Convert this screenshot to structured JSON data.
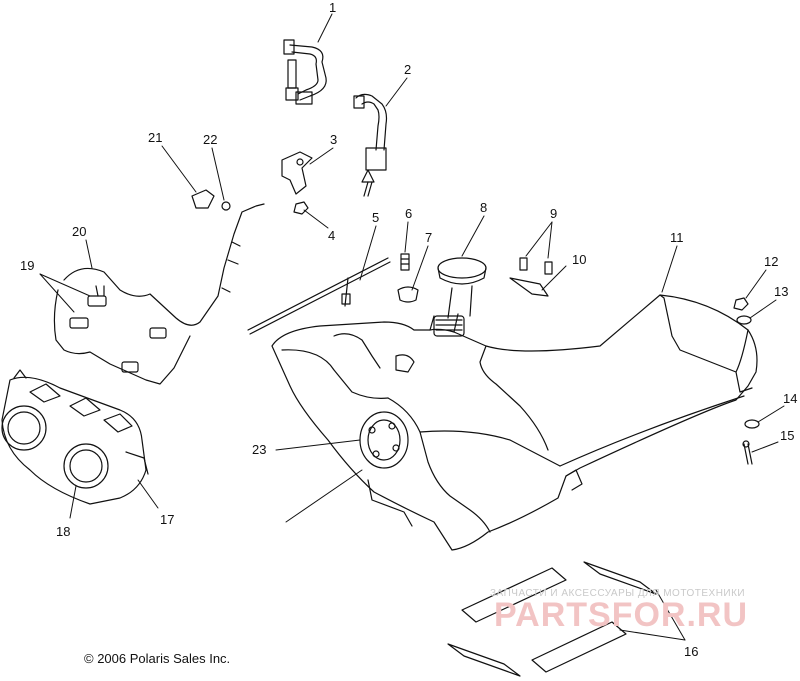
{
  "callouts": [
    "1",
    "2",
    "3",
    "4",
    "5",
    "6",
    "7",
    "8",
    "9",
    "10",
    "11",
    "12",
    "13",
    "14",
    "15",
    "16",
    "17",
    "18",
    "19",
    "20",
    "21",
    "22",
    "23"
  ],
  "copyright": "© 2006 Polaris Sales Inc.",
  "watermark": {
    "tagline": "ЗАПЧАСТИ И АКСЕССУАРЫ ДЛЯ МОТОТЕХНИКИ",
    "brand": "PARTSFOR.RU"
  }
}
